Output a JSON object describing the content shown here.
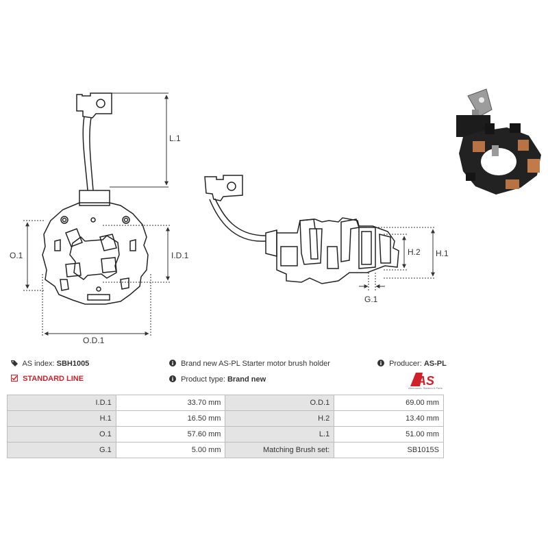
{
  "dimensions": {
    "l1": "L.1",
    "od1": "O.D.1",
    "o1": "O.1",
    "id1": "I.D.1",
    "h1": "H.1",
    "h2": "H.2",
    "g1": "G.1"
  },
  "info": {
    "as_index_label": "AS index:",
    "as_index_value": "SBH1005",
    "line_label": "STANDARD LINE",
    "description": "Brand new AS-PL Starter motor brush holder",
    "product_type_label": "Product type:",
    "product_type_value": "Brand new",
    "producer_label": "Producer:",
    "producer_value": "AS-PL"
  },
  "logo": {
    "text": "AS",
    "tagline": "Alternators, Starters & Parts",
    "color": "#d0202a"
  },
  "specs": [
    {
      "l1": "I.D.1",
      "v1": "33.70 mm",
      "l2": "O.D.1",
      "v2": "69.00 mm"
    },
    {
      "l1": "H.1",
      "v1": "16.50 mm",
      "l2": "H.2",
      "v2": "13.40 mm"
    },
    {
      "l1": "O.1",
      "v1": "57.60 mm",
      "l2": "L.1",
      "v2": "51.00 mm"
    },
    {
      "l1": "G.1",
      "v1": "5.00 mm",
      "l2": "Matching Brush set:",
      "v2": "SB1015S"
    }
  ]
}
